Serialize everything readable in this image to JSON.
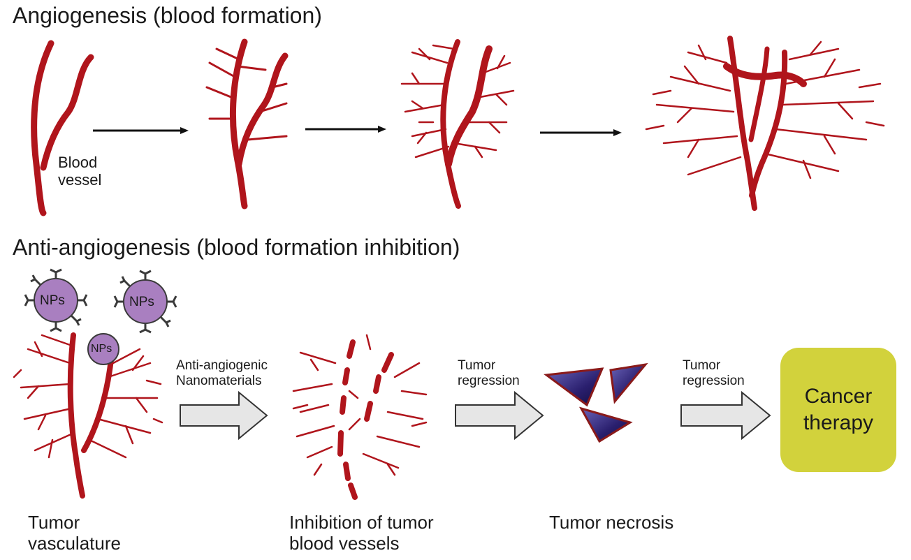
{
  "diagram": {
    "angiogenesis_title": "Angiogenesis (blood formation)",
    "blood_vessel_label": "Blood\nvessel",
    "anti_angiogenesis_title": "Anti-angiogenesis (blood formation inhibition)",
    "np_label": "NPs",
    "step1_label": "Anti-angiogenic\nNanomaterials",
    "step2_label": "Tumor\nregression",
    "step3_label": "Tumor\nregression",
    "tumor_vasculature_label": "Tumor\nvasculature",
    "inhibition_label": "Inhibition of tumor\nblood vessels",
    "necrosis_label": "Tumor necrosis",
    "cancer_therapy_label": "Cancer\ntherapy"
  },
  "colors": {
    "vessel": "#b0151c",
    "np_fill": "#a97fc0",
    "np_stroke": "#3a3a3a",
    "arrow_fill": "#e6e6e6",
    "arrow_stroke": "#333333",
    "therapy_box": "#d2d23c",
    "necrosis_fill": "#2a1f6e",
    "necrosis_edge": "#8a1a1a"
  }
}
